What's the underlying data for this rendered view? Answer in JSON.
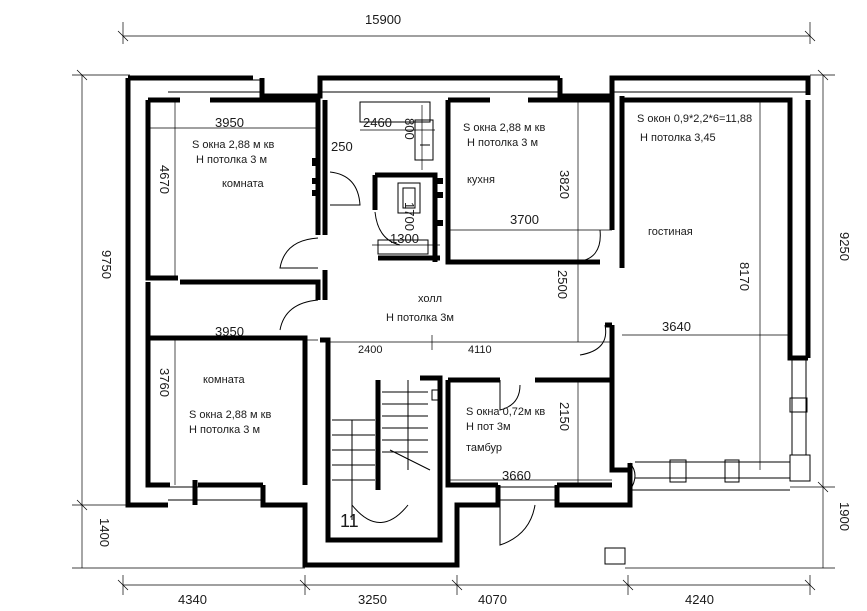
{
  "overall_dims": {
    "top": "15900",
    "left": "9750",
    "right": "9250",
    "bottom_left_side": "1400",
    "bottom_right_side": "1900",
    "bottom": [
      "4340",
      "3250",
      "4070",
      "4240"
    ]
  },
  "rooms": {
    "room_top_left": {
      "name": "комната",
      "window": "S окна 2,88 м кв",
      "height": "Н потолка 3 м",
      "width_dim": "3950",
      "depth_dim": "4670"
    },
    "bathroom": {
      "dims": [
        "2460",
        "250",
        "800",
        "1700",
        "1300"
      ]
    },
    "kitchen": {
      "name": "кухня",
      "window": "S окна 2,88 м кв",
      "height": "Н потолка 3 м",
      "width_dim": "3700",
      "depth_dim": "3820"
    },
    "living": {
      "name": "гостиная",
      "window": "S окон 0,9*2,2*6=11,88",
      "height": "Н потолка 3,45",
      "width_dim": "3640",
      "depth_dim": "8170"
    },
    "hall": {
      "name": "холл",
      "height": "Н потолка 3м",
      "dims": [
        "2400",
        "4110",
        "2500"
      ]
    },
    "room_bottom_left": {
      "name": "комната",
      "window": "S окна 2,88 м кв",
      "height": "Н потолка 3 м",
      "width_dim": "3950",
      "depth_dim": "3760"
    },
    "vestibule": {
      "name": "тамбур",
      "window": "S окна 0,72м кв",
      "height": "Н пот 3м",
      "width_dim": "3660",
      "depth_dim": "2150"
    },
    "stairs": {
      "steps": "11"
    }
  }
}
